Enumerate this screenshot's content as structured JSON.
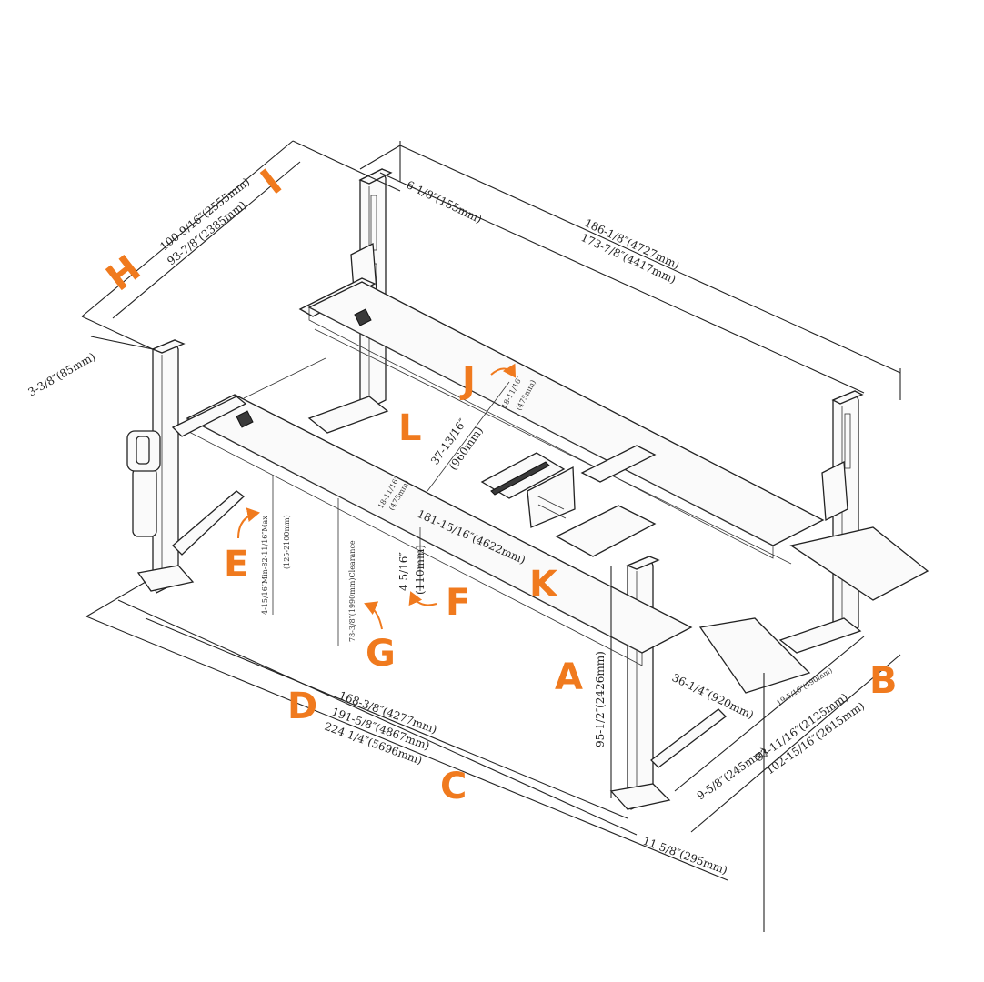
{
  "colors": {
    "accent": "#F07A1E",
    "line": "#222222"
  },
  "markers": {
    "A": "A",
    "B": "B",
    "C": "C",
    "D": "D",
    "E": "E",
    "F": "F",
    "G": "G",
    "H": "H",
    "I": "I",
    "J": "J",
    "K": "K",
    "L": "L"
  },
  "dimensions": {
    "i": "100-9/16″(2555mm)",
    "h": "93-7/8″(2385mm)",
    "post_offset": "3-3/8″(85mm)",
    "top_post_width": "6-1/8″(155mm)",
    "overall_length": "186-1/8″(4727mm)",
    "runway_length": "173-7/8″(4417mm)",
    "j": "18-11/16″",
    "j_mm": "(475mm)",
    "l": "37-13/16″",
    "l_mm": "(960mm)",
    "l_small": "18-11/16″",
    "l_small_mm": "(475mm)",
    "k": "181-15/16″(4622mm)",
    "e": "4-15/16″Min-82-11/16″Max",
    "e_mm": "(125-2100mm)",
    "g": "78-3/8″(1990mm)Clearance",
    "f": "4 5/16″",
    "f_mm": "(110mm)",
    "a": "95-1/2″(2426mm)",
    "ramp": "36-1/4″(920mm)",
    "ramp_small": "19-5/16″(490mm)",
    "b1": "83-11/16″(2125mm)",
    "b2": "102-15/16″(2615mm)",
    "d": "168-3/8″(4277mm)",
    "mid": "191-5/8″(4867mm)",
    "c": "224 1/4″(5696mm)",
    "base": "9-5/8″(245mm)",
    "foot": "11 5/8″(295mm)"
  }
}
